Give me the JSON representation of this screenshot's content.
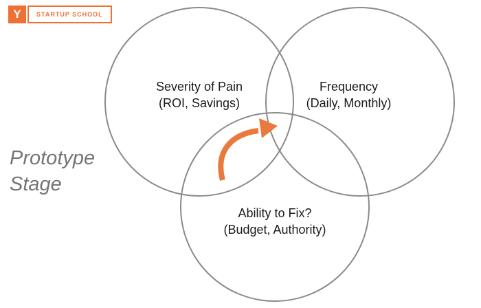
{
  "logo": {
    "y_letter": "Y",
    "text": "STARTUP SCHOOL"
  },
  "stage_label": {
    "line1": "Prototype",
    "line2": "Stage"
  },
  "venn": {
    "circles": [
      {
        "title": "Severity of Pain",
        "subtitle": "(ROI, Savings)"
      },
      {
        "title": "Frequency",
        "subtitle": "(Daily, Monthly)"
      },
      {
        "title": "Ability to Fix?",
        "subtitle": "(Budget, Authority)"
      }
    ]
  },
  "icons": {
    "arrow": "curved-arrow-to-center"
  },
  "colors": {
    "accent_orange": "#EE7035",
    "arrow_orange": "#E87A3E",
    "circle_stroke": "#8A8A8A",
    "stage_text": "#757575",
    "label_text": "#1A1A1A"
  }
}
